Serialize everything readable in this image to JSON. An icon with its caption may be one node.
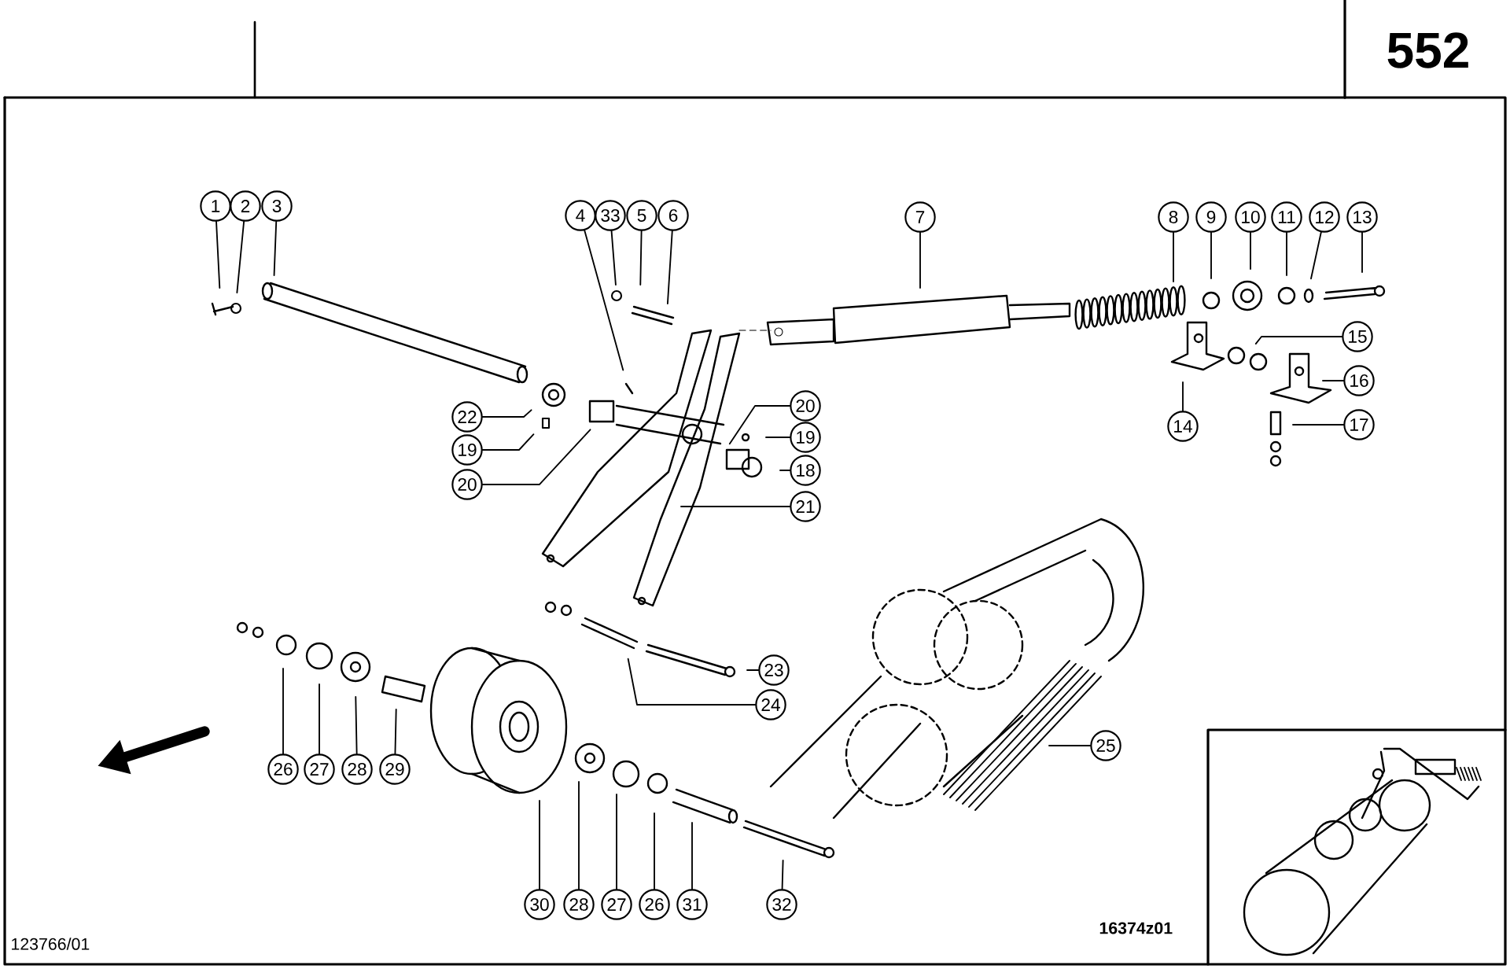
{
  "diagram": {
    "nodes": [
      {
        "text": [
          "1"
        ]
      },
      {
        "text": [
          "2"
        ]
      },
      {
        "text": [
          "3"
        ]
      },
      {
        "text": [
          "4"
        ]
      },
      {
        "text": [
          "33"
        ]
      },
      {
        "text": [
          "5"
        ]
      },
      {
        "text": [
          "6"
        ]
      },
      {
        "text": [
          "7"
        ]
      },
      {
        "text": [
          "8"
        ]
      },
      {
        "text": [
          "9"
        ]
      },
      {
        "text": [
          "10"
        ]
      },
      {
        "text": [
          "11"
        ]
      },
      {
        "text": [
          "12"
        ]
      },
      {
        "text": [
          "13"
        ]
      },
      {
        "text": [
          "15"
        ]
      },
      {
        "text": [
          "16"
        ]
      },
      {
        "text": [
          "20"
        ]
      },
      {
        "text": [
          "19"
        ]
      },
      {
        "text": [
          "22"
        ]
      },
      {
        "text": [
          "14"
        ]
      },
      {
        "text": [
          "17"
        ]
      },
      {
        "text": [
          "19"
        ]
      },
      {
        "text": [
          "18"
        ]
      },
      {
        "text": [
          "20"
        ]
      },
      {
        "text": [
          "21"
        ]
      },
      {
        "text": [
          "23"
        ]
      },
      {
        "text": [
          "24"
        ]
      },
      {
        "text": [
          "25"
        ]
      },
      {
        "text": [
          "26"
        ]
      },
      {
        "text": [
          "27"
        ]
      },
      {
        "text": [
          "28"
        ]
      },
      {
        "text": [
          "29"
        ]
      },
      {
        "text": [
          "30"
        ]
      },
      {
        "text": [
          "28"
        ]
      },
      {
        "text": [
          "27"
        ]
      },
      {
        "text": [
          "26"
        ]
      },
      {
        "text": [
          "31"
        ]
      },
      {
        "text": [
          "32"
        ]
      }
    ],
    "edges": [
      {
        "from": 0,
        "to": null,
        "arrow": "none"
      },
      {
        "from": 1,
        "to": null,
        "arrow": "none"
      },
      {
        "from": 2,
        "to": null,
        "arrow": "none"
      },
      {
        "from": 3,
        "to": null,
        "arrow": "none"
      },
      {
        "from": 4,
        "to": null,
        "arrow": "none"
      },
      {
        "from": 5,
        "to": null,
        "arrow": "none"
      },
      {
        "from": 6,
        "to": null,
        "arrow": "none"
      },
      {
        "from": 7,
        "to": null,
        "arrow": "none"
      },
      {
        "from": 8,
        "to": null,
        "arrow": "none"
      },
      {
        "from": 9,
        "to": null,
        "arrow": "none"
      },
      {
        "from": 10,
        "to": null,
        "arrow": "none"
      },
      {
        "from": 11,
        "to": null,
        "arrow": "none"
      },
      {
        "from": 12,
        "to": null,
        "arrow": "none"
      },
      {
        "from": 13,
        "to": null,
        "arrow": "none"
      },
      {
        "from": 14,
        "to": null,
        "arrow": "none"
      },
      {
        "from": 15,
        "to": null,
        "arrow": "none"
      },
      {
        "from": 16,
        "to": null,
        "arrow": "none"
      },
      {
        "from": 17,
        "to": null,
        "arrow": "none"
      },
      {
        "from": 18,
        "to": null,
        "arrow": "none"
      },
      {
        "from": 19,
        "to": null,
        "arrow": "none"
      },
      {
        "from": 20,
        "to": null,
        "arrow": "none"
      },
      {
        "from": 21,
        "to": null,
        "arrow": "none"
      },
      {
        "from": 22,
        "to": null,
        "arrow": "none"
      },
      {
        "from": 23,
        "to": null,
        "arrow": "none"
      },
      {
        "from": 24,
        "to": null,
        "arrow": "none"
      },
      {
        "from": 25,
        "to": null,
        "arrow": "none"
      },
      {
        "from": 26,
        "to": null,
        "arrow": "none"
      },
      {
        "from": 27,
        "to": null,
        "arrow": "none"
      },
      {
        "from": 28,
        "to": null,
        "arrow": "none"
      },
      {
        "from": 29,
        "to": null,
        "arrow": "none"
      },
      {
        "from": 30,
        "to": null,
        "arrow": "none"
      },
      {
        "from": 31,
        "to": null,
        "arrow": "none"
      },
      {
        "from": 32,
        "to": null,
        "arrow": "none"
      },
      {
        "from": 33,
        "to": null,
        "arrow": "none"
      },
      {
        "from": 34,
        "to": null,
        "arrow": "none"
      },
      {
        "from": 35,
        "to": null,
        "arrow": "none"
      },
      {
        "from": 36,
        "to": null,
        "arrow": "none"
      },
      {
        "from": 37,
        "to": null,
        "arrow": "none"
      }
    ],
    "labels": [
      "552",
      "123766/01",
      "16374z01"
    ]
  }
}
